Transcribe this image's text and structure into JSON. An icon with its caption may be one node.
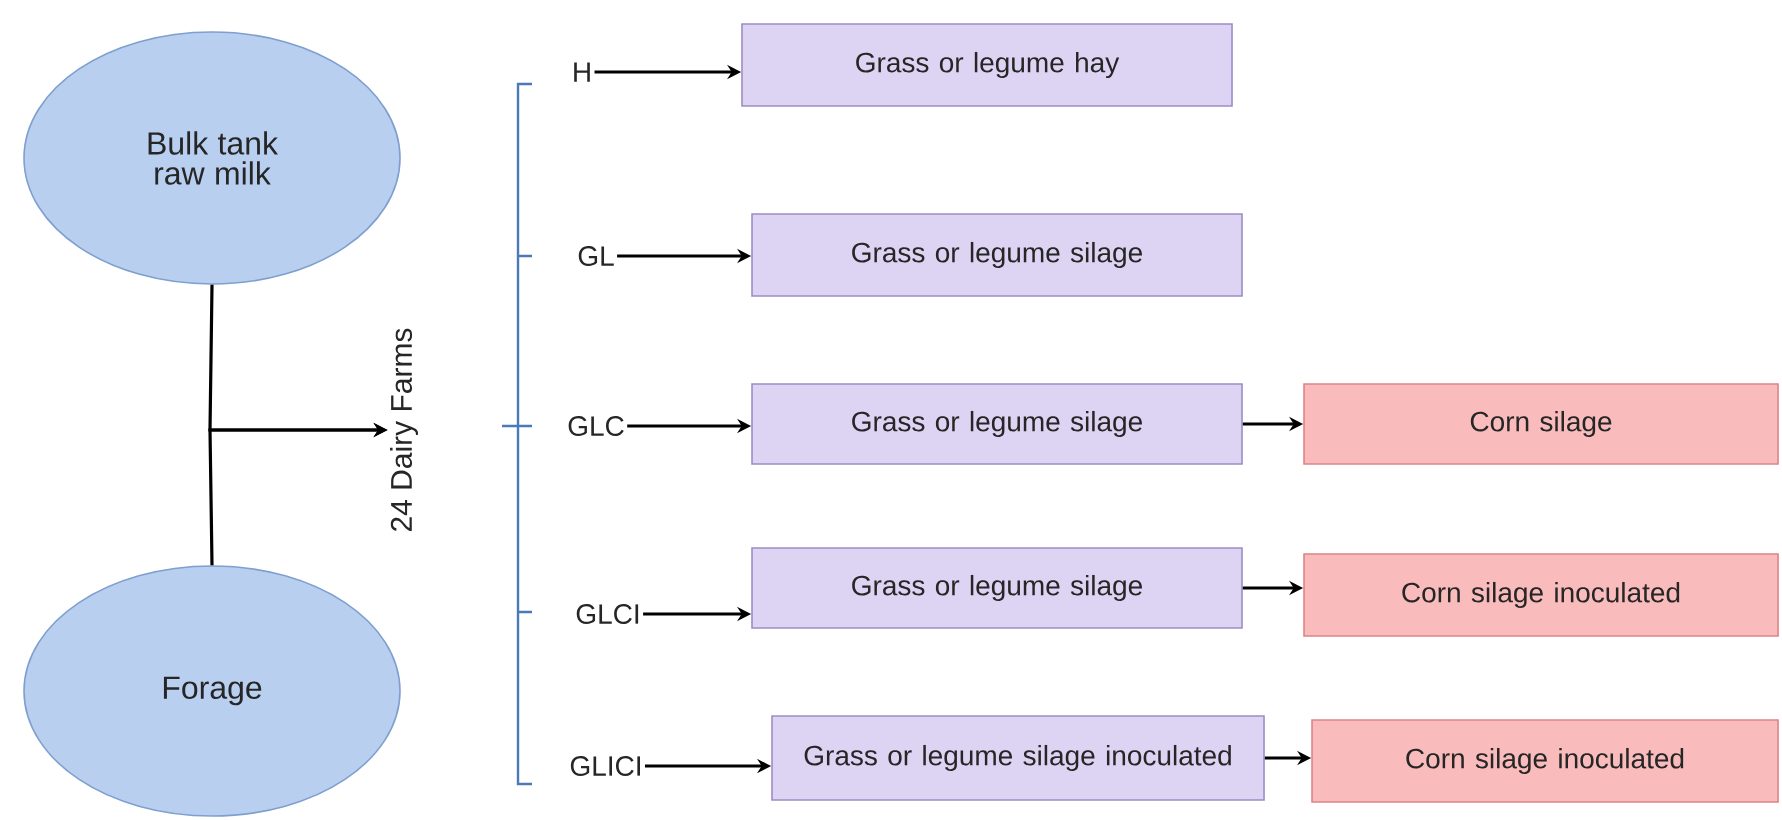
{
  "diagram": {
    "nodes": [
      {
        "text": [
          "Bulk tank raw milk"
        ]
      },
      {
        "text": [
          "Forage"
        ]
      },
      {
        "text": [
          "24  Dairy Farms"
        ]
      },
      {
        "text": [
          "H"
        ]
      },
      {
        "text": [
          "GL"
        ]
      },
      {
        "text": [
          "GLC"
        ]
      },
      {
        "text": [
          "GLCI"
        ]
      },
      {
        "text": [
          "GLICI"
        ]
      },
      {
        "text": [
          "Grass or legume  hay"
        ]
      },
      {
        "text": [
          "Grass or legume silage"
        ]
      },
      {
        "text": [
          "Grass or legume silage"
        ]
      },
      {
        "text": [
          "Corn silage"
        ]
      },
      {
        "text": [
          "Grass or legume silage"
        ]
      },
      {
        "text": [
          "Corn silage inoculated"
        ]
      },
      {
        "text": [
          "Grass or legume silage inoculated"
        ]
      },
      {
        "text": [
          "Corn silage inoculated"
        ]
      }
    ],
    "edges": [
      {
        "from": 0,
        "to": 2,
        "arrow": "to"
      },
      {
        "from": 1,
        "to": 2,
        "arrow": "to"
      },
      {
        "from": 3,
        "to": 8,
        "arrow": "to"
      },
      {
        "from": 4,
        "to": 9,
        "arrow": "to"
      },
      {
        "from": 5,
        "to": 10,
        "arrow": "to"
      },
      {
        "from": 10,
        "to": 11,
        "arrow": "to"
      },
      {
        "from": 6,
        "to": 12,
        "arrow": "to"
      },
      {
        "from": 12,
        "to": 13,
        "arrow": "to"
      },
      {
        "from": 7,
        "to": 14,
        "arrow": "to"
      },
      {
        "from": 14,
        "to": 15,
        "arrow": "to"
      }
    ]
  }
}
